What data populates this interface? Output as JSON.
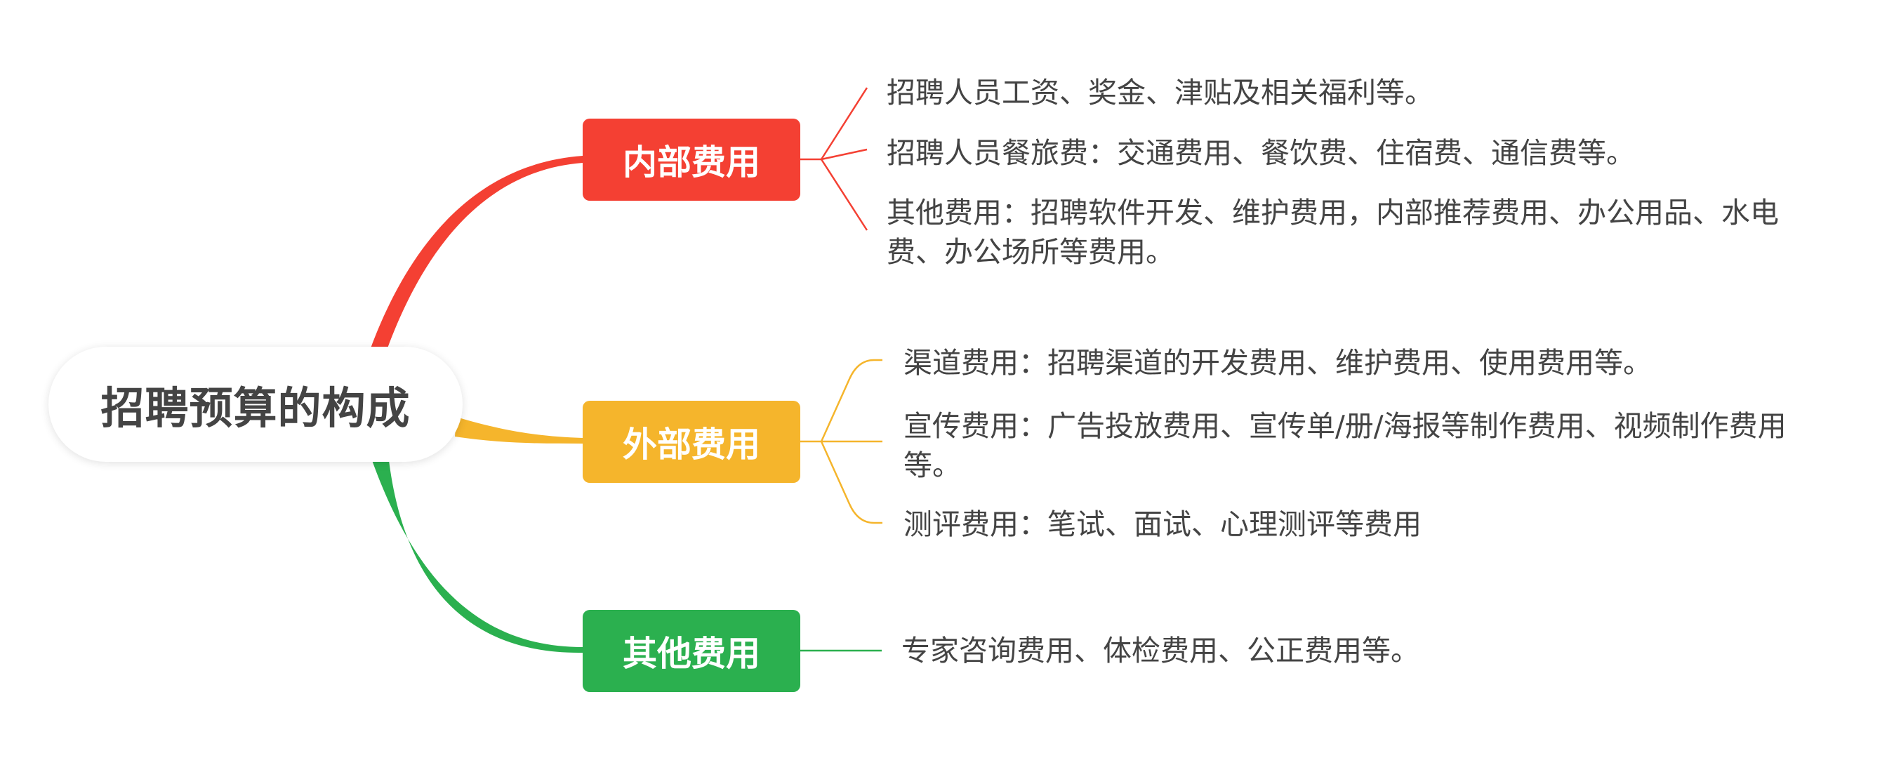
{
  "root": {
    "label": "招聘预算的构成"
  },
  "colors": {
    "internal": "#f44033",
    "external": "#f5b52c",
    "other": "#2bb04f",
    "text": "#444444"
  },
  "branches": [
    {
      "label": "内部费用",
      "color": "#f44033",
      "leaves": [
        "招聘人员工资、奖金、津贴及相关福利等。",
        "招聘人员餐旅费：交通费用、餐饮费、住宿费、通信费等。",
        "其他费用：招聘软件开发、维护费用，内部推荐费用、办公用品、水电费、办公场所等费用。"
      ]
    },
    {
      "label": "外部费用",
      "color": "#f5b52c",
      "leaves": [
        "渠道费用：招聘渠道的开发费用、维护费用、使用费用等。",
        "宣传费用：广告投放费用、宣传单/册/海报等制作费用、视频制作费用等。",
        "测评费用：笔试、面试、心理测评等费用"
      ]
    },
    {
      "label": "其他费用",
      "color": "#2bb04f",
      "leaves": [
        "专家咨询费用、体检费用、公正费用等。"
      ]
    }
  ]
}
